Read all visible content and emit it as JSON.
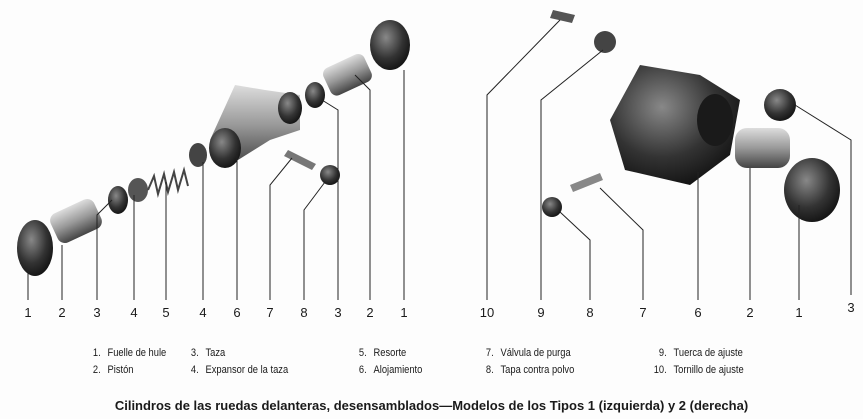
{
  "left_labels": [
    "1",
    "2",
    "3",
    "4",
    "5",
    "4",
    "6",
    "7",
    "8",
    "3",
    "2",
    "1"
  ],
  "right_labels": [
    "10",
    "9",
    "8",
    "7",
    "6",
    "2",
    "1",
    "3"
  ],
  "legend": [
    {
      "n": "1.",
      "text": "Fuelle de hule"
    },
    {
      "n": "2.",
      "text": "Pistón"
    },
    {
      "n": "3.",
      "text": "Taza"
    },
    {
      "n": "4.",
      "text": "Expansor de la taza"
    },
    {
      "n": "5.",
      "text": "Resorte"
    },
    {
      "n": "6.",
      "text": "Alojamiento"
    },
    {
      "n": "7.",
      "text": "Válvula de purga"
    },
    {
      "n": "8.",
      "text": "Tapa contra polvo"
    },
    {
      "n": "9.",
      "text": "Tuerca de ajuste"
    },
    {
      "n": "10.",
      "text": "Tornillo de ajuste"
    }
  ],
  "caption": "Cilindros de las ruedas delanteras, desensamblados—Modelos de los Tipos 1 (izquierda) y 2 (derecha)"
}
